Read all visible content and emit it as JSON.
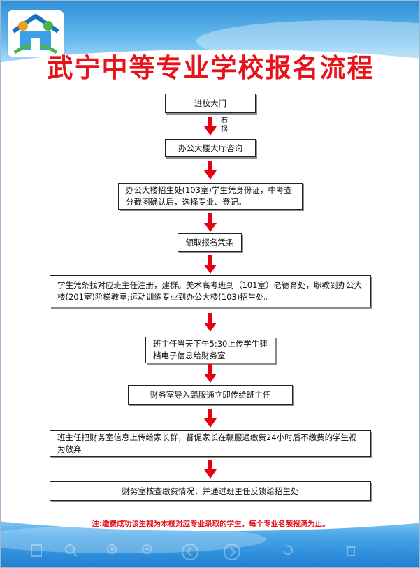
{
  "title": "武宁中等专业学校报名流程",
  "steps": [
    "进校大门",
    "办公大楼大厅咨询",
    "办公大楼招生处(103室)学生凭身份证，中考查分截图确认后，选择专业、登记。",
    "领取报名凭条",
    "学生凭条找对应班主任注册，建群。美术高考班到（101室）老德育处，职教到办公大楼(201室)阶梯教室;运动训练专业到办公大楼(103)招生处。",
    "班主任当天下午5:30上传学生建档电子信息给财务室",
    "财务室导入赣服通立即传给班主任",
    "班主任把财务室信息上传给家长群，督促家长在赣服通缴费24小时后不缴费的学生视为放弃",
    "财务室核查缴费情况，并通过班主任反馈给招生处"
  ],
  "turn_note_1": "右",
  "turn_note_2": "拐",
  "footer_note": "注:缴费成功该生视为本校对应专业录取的学生，每个专业名额报满为止。",
  "colors": {
    "title_red": "#e8121b",
    "arrow_red": "#e60012",
    "band_blue": "#2f8fd8"
  },
  "icons": [
    "school-logo-icon",
    "down-arrow-icon",
    "page-icon",
    "search-icon",
    "zoom-in-icon",
    "zoom-out-icon",
    "previous-icon",
    "next-icon",
    "rotate-icon",
    "delete-icon"
  ]
}
